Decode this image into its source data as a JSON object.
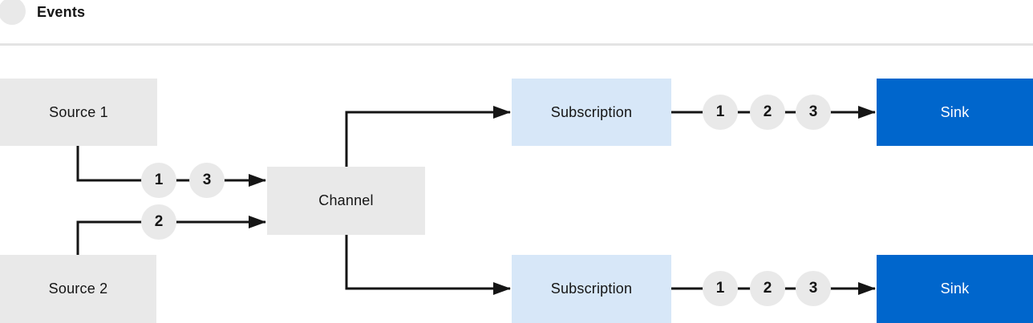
{
  "legend": {
    "label": "Events"
  },
  "colors": {
    "node_gray": "#e9e9e9",
    "subscription_blue": "#d7e7f8",
    "sink_blue": "#0066cc",
    "line_dark": "#151515",
    "divider_gray": "#e4e4e4",
    "text_dark": "#151515",
    "text_light": "#ffffff"
  },
  "nodes": {
    "source1": {
      "label": "Source 1"
    },
    "source2": {
      "label": "Source 2"
    },
    "channel": {
      "label": "Channel"
    },
    "subscription_top": {
      "label": "Subscription"
    },
    "subscription_bottom": {
      "label": "Subscription"
    },
    "sink_top": {
      "label": "Sink"
    },
    "sink_bottom": {
      "label": "Sink"
    }
  },
  "event_badges": {
    "source1_to_channel": [
      "1",
      "3"
    ],
    "source2_to_channel": [
      "2"
    ],
    "subscription_top_to_sink": [
      "1",
      "2",
      "3"
    ],
    "subscription_bottom_to_sink": [
      "1",
      "2",
      "3"
    ]
  }
}
